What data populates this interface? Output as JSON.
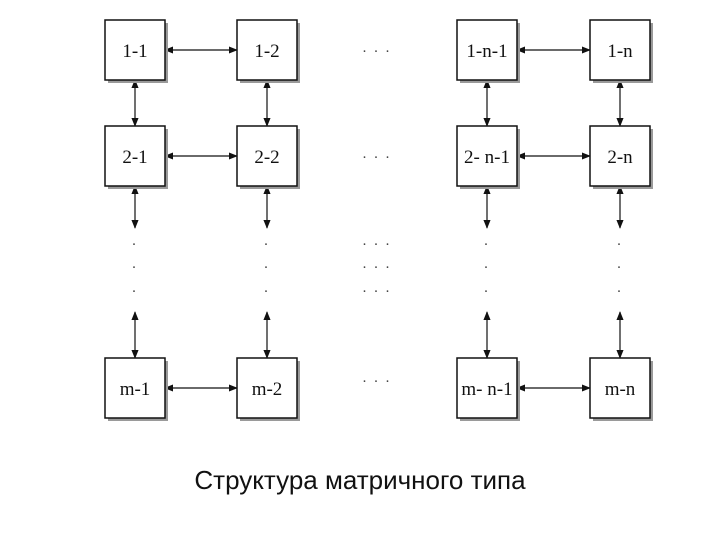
{
  "diagram": {
    "caption": "Структура матричного типа",
    "nodes": [
      {
        "id": "n-1-1",
        "label": "1-1",
        "row": 0,
        "col": 0
      },
      {
        "id": "n-1-2",
        "label": "1-2",
        "row": 0,
        "col": 1
      },
      {
        "id": "n-1-n-1",
        "label": "1-n-1",
        "row": 0,
        "col": 2
      },
      {
        "id": "n-1-n",
        "label": "1-n",
        "row": 0,
        "col": 3
      },
      {
        "id": "n-2-1",
        "label": "2-1",
        "row": 1,
        "col": 0
      },
      {
        "id": "n-2-2",
        "label": "2-2",
        "row": 1,
        "col": 1
      },
      {
        "id": "n-2-n-1",
        "label": "2- n-1",
        "row": 1,
        "col": 2
      },
      {
        "id": "n-2-n",
        "label": "2-n",
        "row": 1,
        "col": 3
      },
      {
        "id": "n-m-1",
        "label": "m-1",
        "row": 2,
        "col": 0
      },
      {
        "id": "n-m-2",
        "label": "m-2",
        "row": 2,
        "col": 1
      },
      {
        "id": "n-m-n-1",
        "label": "m- n-1",
        "row": 2,
        "col": 2
      },
      {
        "id": "n-m-n",
        "label": "m-n",
        "row": 2,
        "col": 3
      }
    ],
    "ellipsis_horizontal": ". . .",
    "ellipsis_vertical": ".",
    "colors": {
      "stroke": "#111111",
      "fill": "#ffffff",
      "dots": "#444444"
    }
  }
}
